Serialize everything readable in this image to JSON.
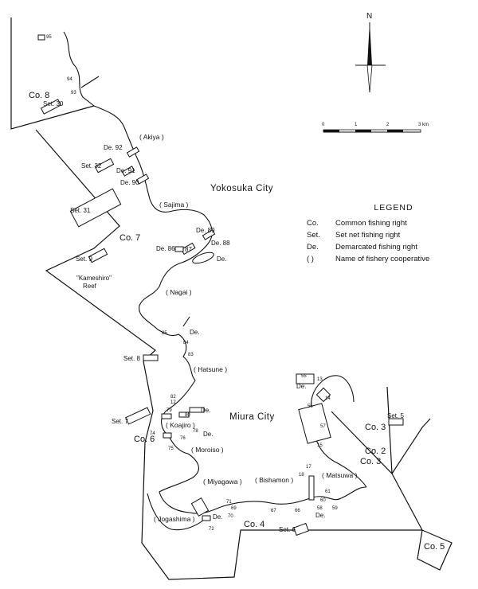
{
  "cities": {
    "yokosuka": "Yokosuka City",
    "miura": "Miura City"
  },
  "cooperatives": {
    "akiya": "( Akiya )",
    "sajima": "( Sajima )",
    "nagai": "( Nagai )",
    "hatsune": "( Hatsune )",
    "koajiro": "( Koajiro )",
    "moroiso": "( Moroiso )",
    "miyagawa": "( Miyagawa )",
    "bishamon": "( Bishamon )",
    "matsuwa": "( Matsuwa )",
    "jogashima": "( Jogashima )"
  },
  "zones": {
    "co8": "Co. 8",
    "co7": "Co. 7",
    "co6": "Co. 6",
    "co4": "Co. 4",
    "co5": "Co. 5",
    "co3a": "Co. 3",
    "co2": "Co. 2",
    "co3b": "Co. 3"
  },
  "reef": {
    "line1": "\"Kameshiro\"",
    "line2": "Reef"
  },
  "set_nets": {
    "s30": "Set. 30",
    "s32": "Set. 32",
    "s31": "Set. 31",
    "s9": "Set. 9",
    "s8": "Set. 8",
    "s7": "Set. 7",
    "s5": "Set. 5",
    "s6": "Set. 6"
  },
  "demarcated": {
    "d92": "De. 92",
    "d91": "De. 91",
    "d90": "De. 90",
    "d89": "De. 89",
    "d88": "De. 88",
    "d86": "De. 86",
    "d87": "87",
    "de_sajima": "De.",
    "de_hatsune": "De.",
    "de_koajiro": "De.",
    "de_moroiso": "De.",
    "de_miyagawa": "De.",
    "de_matsuwa": "De.",
    "de_east": "De."
  },
  "numbers": {
    "n95": "95",
    "n94": "94",
    "n93": "93",
    "n85": "85",
    "n84": "84",
    "n83": "83",
    "n82": "82",
    "n12": "12",
    "n79": "79",
    "n80": "80",
    "n74": "74",
    "n78": "78",
    "n76": "76",
    "n75": "75",
    "n55": "55",
    "n13": "13",
    "n14": "14",
    "n56": "56",
    "n57": "57",
    "n15": "15",
    "n17": "17",
    "n18": "18",
    "n61": "61",
    "n60": "60",
    "n58": "58",
    "n59": "59",
    "n66": "66",
    "n67": "67",
    "n71": "71",
    "n69": "69",
    "n70": "70",
    "n72": "72"
  },
  "north": {
    "label": "N"
  },
  "scale": {
    "ticks": [
      "0",
      "1",
      "2",
      "3 km"
    ]
  },
  "legend": {
    "title": "LEGEND",
    "items": [
      {
        "abbr": "Co.",
        "text": "Common fishing right"
      },
      {
        "abbr": "Set.",
        "text": "Set net fishing right"
      },
      {
        "abbr": "De.",
        "text": "Demarcated fishing right"
      },
      {
        "abbr": "( )",
        "text": "Name of fishery cooperative"
      }
    ]
  }
}
